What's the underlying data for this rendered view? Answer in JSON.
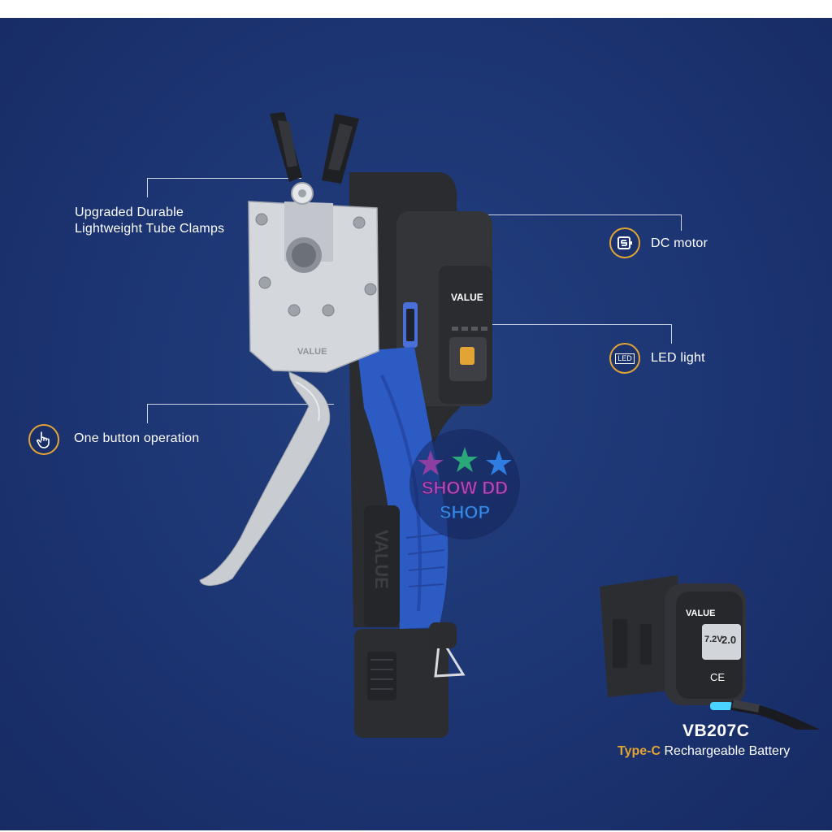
{
  "callouts": {
    "clamps": {
      "line1": "Upgraded Durable",
      "line2": "Lightweight Tube Clamps"
    },
    "motor": {
      "label": "DC motor",
      "icon": "motor-icon"
    },
    "led": {
      "label": "LED light",
      "icon": "led-icon",
      "icon_text": "LED"
    },
    "button": {
      "label": "One button operation",
      "icon": "hand-pointer-icon"
    }
  },
  "tool": {
    "brand": "VALUE",
    "battery_brand": "VALUE"
  },
  "battery": {
    "model": "VB207C",
    "type_label": "Type-C",
    "description": "Rechargeable Battery",
    "brand": "VALUE",
    "voltage": "7.2V",
    "capacity": "2.0",
    "cert": "CE"
  },
  "watermark": {
    "line1": "SHOW DD",
    "line2": "SHOP"
  },
  "colors": {
    "background": "#1c3472",
    "accent": "#e3a436",
    "tool_blue": "#2d5bc4",
    "tool_black": "#2a2c30",
    "steel": "#c9ccd1"
  }
}
